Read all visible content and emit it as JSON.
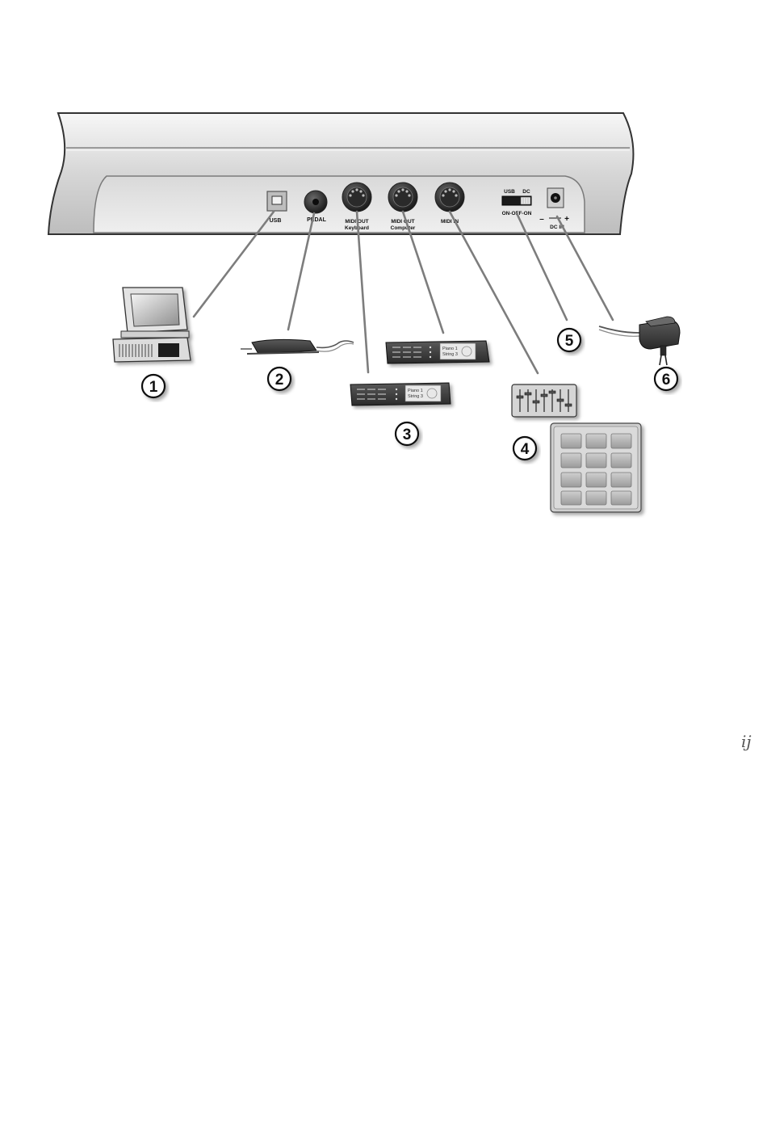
{
  "panel": {
    "usb_label": "USB",
    "pedal_label": "PEDAL",
    "midi_out_keyboard_label": [
      "MIDI OUT",
      "Keyboard"
    ],
    "midi_out_computer_label": [
      "MIDI OUT",
      "Computer"
    ],
    "midi_in_label": "MIDI IN",
    "switch_top_left": "USB",
    "switch_top_right": "DC",
    "switch_bottom": "ON-OFF-ON",
    "dc_in_label": "DC IN",
    "polarity_minus": "–",
    "polarity_plus": "+"
  },
  "devices": {
    "sound_module_text": [
      "Piano 1",
      "String 3"
    ]
  },
  "callouts": [
    "1",
    "2",
    "3",
    "4",
    "5",
    "6"
  ],
  "corner_mark": "ij"
}
